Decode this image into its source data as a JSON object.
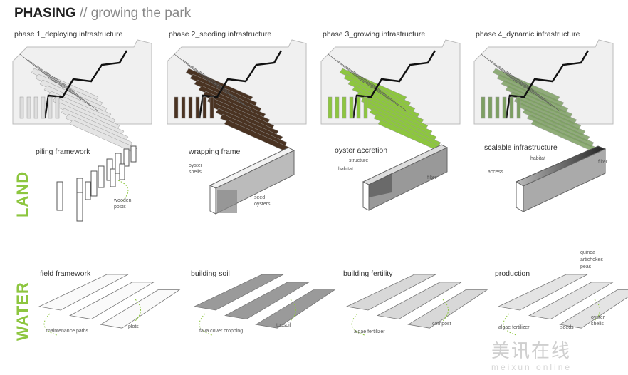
{
  "title": {
    "main": "PHASING",
    "separator": " // ",
    "subtitle": "growing the park"
  },
  "phases": [
    {
      "label": "phase 1_deploying infrastructure",
      "color": "#d9d9d9"
    },
    {
      "label": "phase 2_seeding infrastructure",
      "color": "#4a3322"
    },
    {
      "label": "phase 3_growing infrastructure",
      "color": "#8dc63f"
    },
    {
      "label": "phase 4_dynamic infrastructure",
      "color": "#7d9f62"
    }
  ],
  "rows": {
    "land": {
      "label": "LAND",
      "panels": [
        {
          "title": "piling framework",
          "notes": [
            "wooden posts"
          ]
        },
        {
          "title": "wrapping frame",
          "notes": [
            "oyster shells",
            "seed oysters"
          ]
        },
        {
          "title": "oyster accretion",
          "notes": [
            "structure",
            "habitat",
            "filter"
          ]
        },
        {
          "title": "scalable infrastructure",
          "notes": [
            "habitat",
            "filter",
            "access"
          ]
        }
      ]
    },
    "water": {
      "label": "WATER",
      "panels": [
        {
          "title": "field framework",
          "notes": [
            "maintenance paths",
            "plots"
          ]
        },
        {
          "title": "building soil",
          "notes": [
            "fava cover cropping",
            "topsoil"
          ]
        },
        {
          "title": "building fertility",
          "notes": [
            "algae fertilizer",
            "compost"
          ]
        },
        {
          "title": "production",
          "notes": [
            "quinoa",
            "artichokes",
            "peas",
            "algae fertilizer",
            "seeds",
            "oyster shells"
          ]
        }
      ]
    }
  },
  "watermark": {
    "chinese": "美讯在线",
    "latin": "meixun online"
  },
  "accent_color": "#8dc63f"
}
